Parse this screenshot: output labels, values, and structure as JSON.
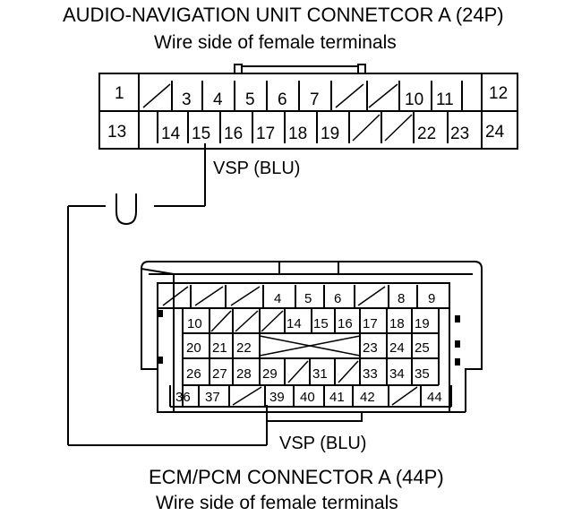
{
  "connector_a": {
    "title": "AUDIO-NAVIGATION UNIT CONNETCOR A (24P)",
    "subtitle": "Wire side of female terminals",
    "pins": [
      "1",
      "3",
      "4",
      "5",
      "6",
      "7",
      "10",
      "11",
      "12",
      "13",
      "14",
      "15",
      "16",
      "17",
      "18",
      "19",
      "22",
      "23",
      "24"
    ],
    "wire_label": "VSP (BLU)"
  },
  "connector_b": {
    "title": "ECM/PCM CONNECTOR A (44P)",
    "subtitle": "Wire side of female terminals",
    "pins": [
      "4",
      "5",
      "6",
      "8",
      "9",
      "10",
      "14",
      "15",
      "16",
      "17",
      "18",
      "19",
      "20",
      "21",
      "22",
      "23",
      "24",
      "25",
      "26",
      "27",
      "28",
      "29",
      "31",
      "33",
      "34",
      "35",
      "36",
      "37",
      "39",
      "40",
      "41",
      "42",
      "44"
    ],
    "wire_label": "VSP (BLU)"
  }
}
